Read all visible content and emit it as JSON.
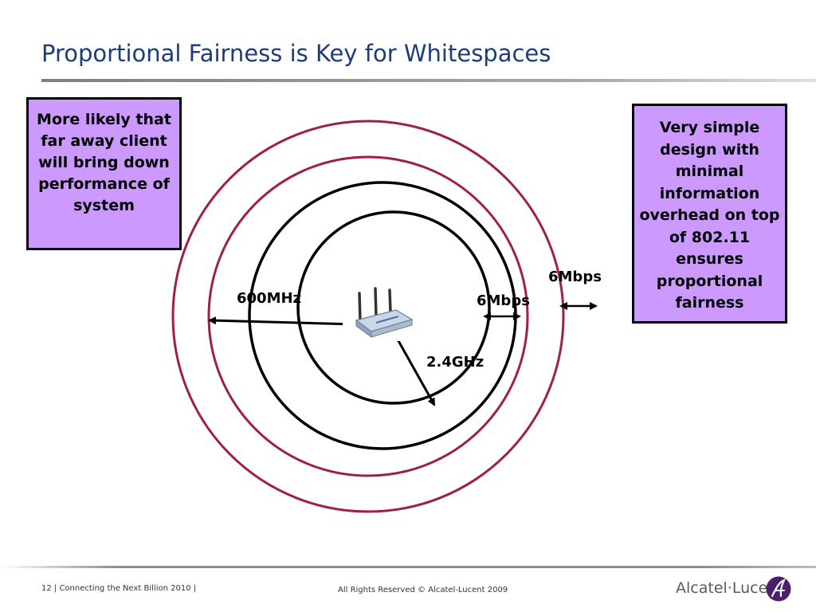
{
  "slide": {
    "title": "Proportional Fairness is Key for Whitespaces"
  },
  "callouts": {
    "left": "More likely that far away client will bring down performance of system",
    "right": "Very simple design with minimal information overhead on top of 802.11 ensures proportional fairness"
  },
  "diagram": {
    "label_600mhz": "600MHz",
    "label_24ghz": "2.4GHz",
    "label_6mbps_inner": "6Mbps",
    "label_6mbps_outer": "6Mbps",
    "icons": [
      "wireless-router-icon",
      "double-arrow-icon"
    ],
    "colors": {
      "outer_circles": "#9e1f4a",
      "inner_circles": "#000000",
      "callout_fill": "#cc99ff",
      "title": "#1e3c78"
    }
  },
  "footer": {
    "page_info": "12 | Connecting the Next Billion 2010 |",
    "copyright": "All Rights Reserved © Alcatel-Lucent 2009",
    "brand": "Alcatel·Lucent"
  }
}
